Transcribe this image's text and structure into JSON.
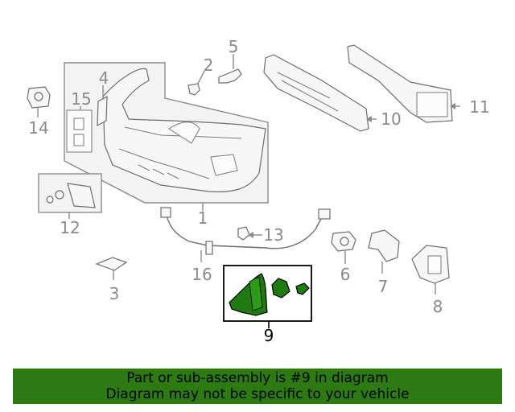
{
  "callouts": {
    "c1": "1",
    "c2": "2",
    "c3": "3",
    "c4": "4",
    "c5": "5",
    "c6": "6",
    "c7": "7",
    "c8": "8",
    "c9": "9",
    "c10": "10",
    "c11": "11",
    "c12": "12",
    "c13": "13",
    "c14": "14",
    "c15": "15",
    "c16": "16"
  },
  "highlighted_part": "9",
  "banner": {
    "line1": "Part or sub-assembly is #9 in diagram",
    "line2": "Diagram may not be specific to your vehicle"
  },
  "colors": {
    "banner_bg": "#2d7a12",
    "selected_part_fill": "#1f7a12",
    "callout_text": "#8a8a8a"
  }
}
